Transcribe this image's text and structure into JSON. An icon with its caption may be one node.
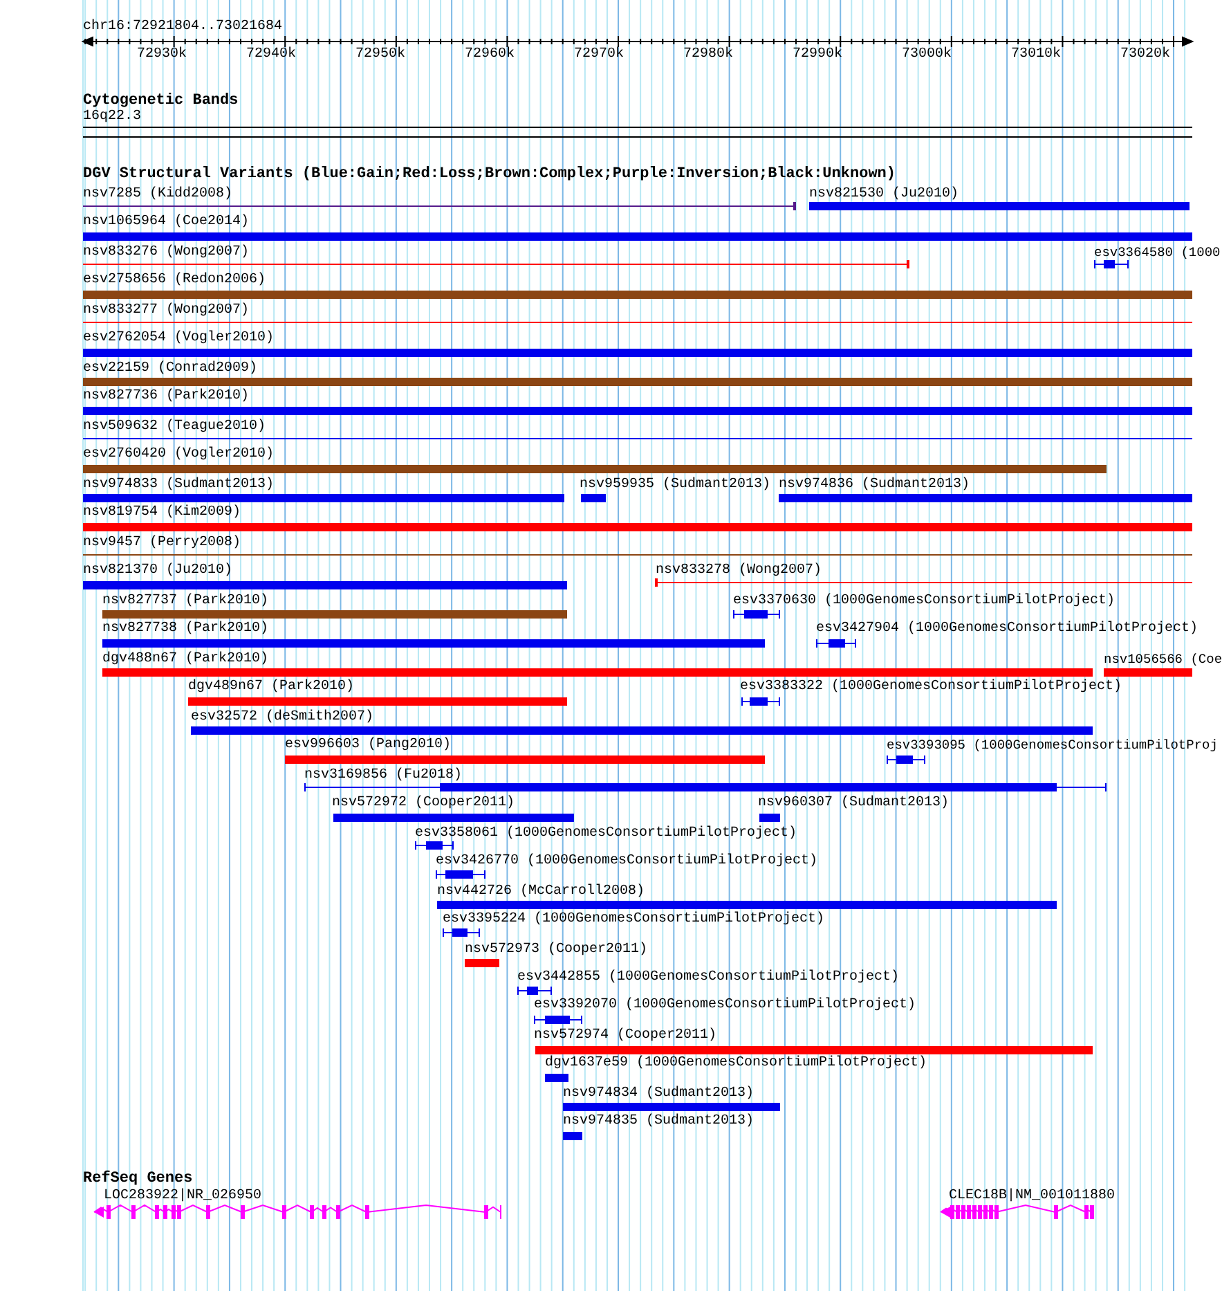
{
  "diagram": {
    "labels": [
      "chr16:72921804..73021684",
      "72930k",
      "72940k",
      "72950k",
      "72960k",
      "72970k",
      "72980k",
      "72990k",
      "73000k",
      "73010k",
      "73020k",
      "Cytogenetic Bands",
      "16q22.3",
      "DGV Structural Variants (Blue:Gain;Red:Loss;Brown:Complex;Purple:Inversion;Black:Unknown)",
      "nsv7285 (Kidd2008)",
      "nsv821530 (Ju2010)",
      "nsv1065964 (Coe2014)",
      "nsv833276 (Wong2007)",
      "esv3364580 (1000",
      "esv2758656 (Redon2006)",
      "nsv833277 (Wong2007)",
      "esv2762054 (Vogler2010)",
      "esv22159 (Conrad2009)",
      "nsv827736 (Park2010)",
      "nsv509632 (Teague2010)",
      "esv2760420 (Vogler2010)",
      "nsv974833 (Sudmant2013)",
      "nsv959935 (Sudmant2013)",
      "nsv974836 (Sudmant2013)",
      "nsv819754 (Kim2009)",
      "nsv9457 (Perry2008)",
      "nsv821370 (Ju2010)",
      "nsv833278 (Wong2007)",
      "nsv827737 (Park2010)",
      "esv3370630 (1000GenomesConsortiumPilotProject)",
      "nsv827738 (Park2010)",
      "esv3427904 (1000GenomesConsortiumPilotProject)",
      "dgv488n67 (Park2010)",
      "nsv1056566 (Coe",
      "dgv489n67 (Park2010)",
      "esv3383322 (1000GenomesConsortiumPilotProject)",
      "esv32572 (deSmith2007)",
      "esv996603 (Pang2010)",
      "esv3393095 (1000GenomesConsortiumPilotProj",
      "nsv3169856 (Fu2018)",
      "nsv572972 (Cooper2011)",
      "nsv960307 (Sudmant2013)",
      "esv3358061 (1000GenomesConsortiumPilotProject)",
      "esv3426770 (1000GenomesConsortiumPilotProject)",
      "nsv442726 (McCarroll2008)",
      "esv3395224 (1000GenomesConsortiumPilotProject)",
      "nsv572973 (Cooper2011)",
      "esv3442855 (1000GenomesConsortiumPilotProject)",
      "esv3392070 (1000GenomesConsortiumPilotProject)",
      "nsv572974 (Cooper2011)",
      "dgv1637e59 (1000GenomesConsortiumPilotProject)",
      "nsv974834 (Sudmant2013)",
      "nsv974835 (Sudmant2013)",
      "RefSeq Genes",
      "LOC283922|NR_026950",
      "CLEC18B|NM_001011880"
    ]
  }
}
